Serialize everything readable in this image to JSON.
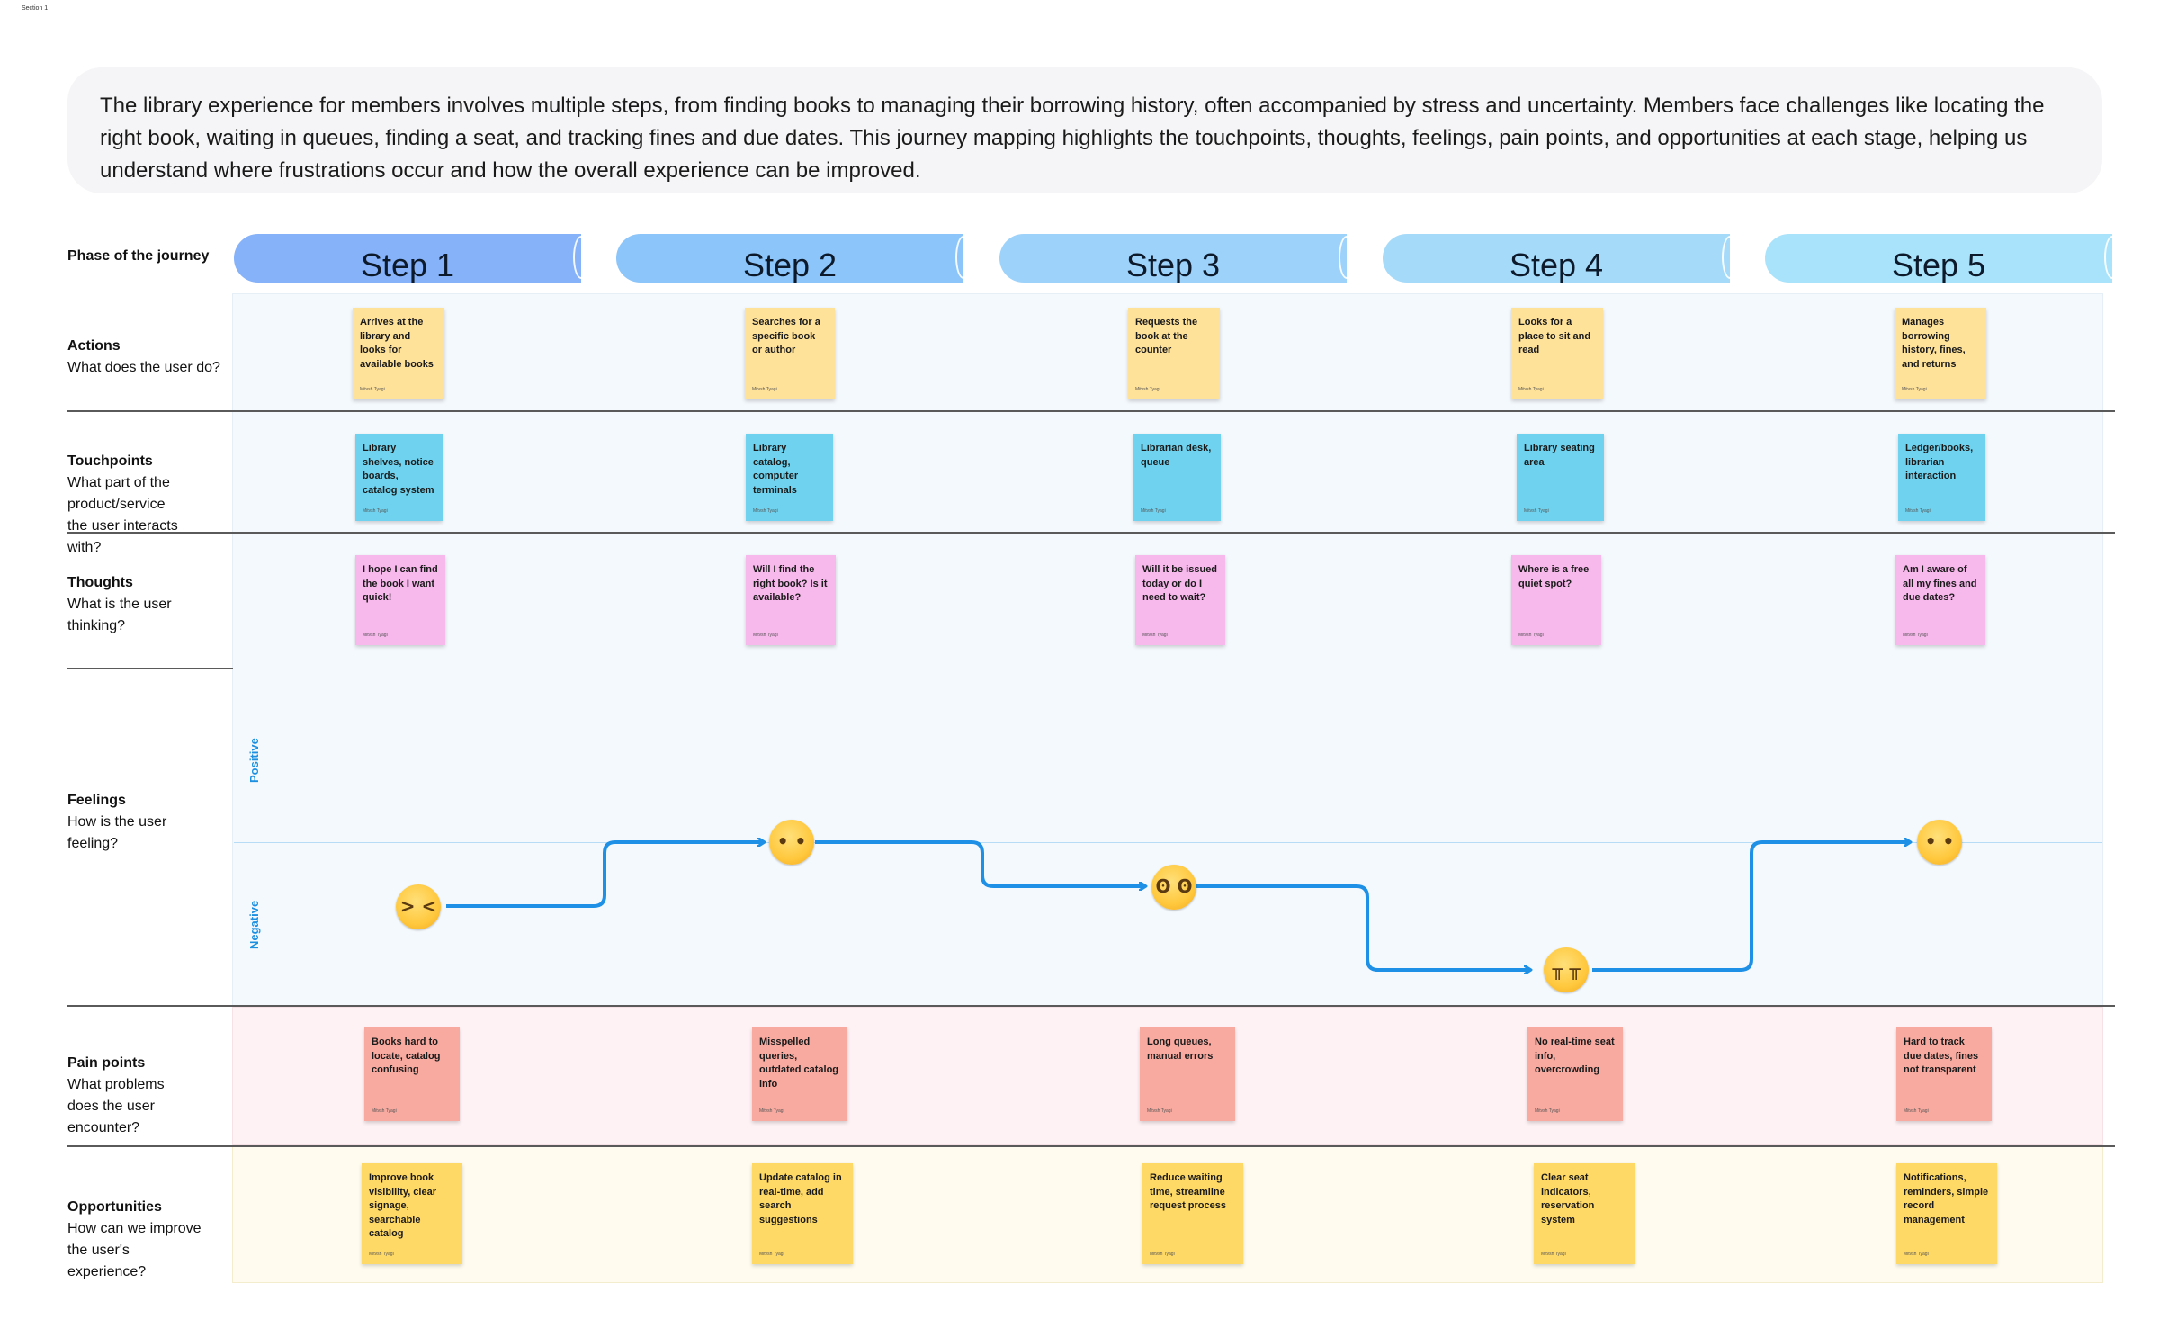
{
  "section_label": "Section 1",
  "intro": "The library experience for members involves multiple steps, from finding books to managing their borrowing history, often accompanied by stress and uncertainty. Members face challenges like locating the right book, waiting in queues, finding a seat, and tracking fines and due dates. This journey mapping highlights the touchpoints, thoughts, feelings, pain points, and opportunities at each stage, helping us understand where frustrations occur and how the overall experience can be improved.",
  "phase_label": "Phase of the journey",
  "steps": [
    "Step 1",
    "Step 2",
    "Step 3",
    "Step 4",
    "Step 5"
  ],
  "step_colors": [
    "#86b2f9",
    "#8cc5f9",
    "#9dd2fa",
    "#a6daf9",
    "#a9e3fb"
  ],
  "rows": {
    "actions": {
      "title": "Actions",
      "desc": "What does the user do?"
    },
    "touchpoints": {
      "title": "Touchpoints",
      "desc": "What part of the product/service the user interacts with?"
    },
    "thoughts": {
      "title": "Thoughts",
      "desc": "What is the user thinking?"
    },
    "feelings": {
      "title": "Feelings",
      "desc": "How is the user feeling?"
    },
    "pain_points": {
      "title": "Pain points",
      "desc": "What problems does the user encounter?"
    },
    "opportunities": {
      "title": "Opportunities",
      "desc": "How can we improve the user's experience?"
    }
  },
  "author": "Mitvsh Tyagi",
  "actions": [
    "Arrives at the library and looks for available books",
    "Searches for a specific book or author",
    "Requests the book at the counter",
    "Looks for a place to sit and read",
    "Manages borrowing history, fines, and returns"
  ],
  "touchpoints": [
    "Library shelves, notice boards, catalog system",
    "Library catalog, computer terminals",
    "Librarian desk, queue",
    "Library seating area",
    "Ledger/books, librarian interaction"
  ],
  "thoughts": [
    "I hope I can find the book I want quick!",
    "Will I find the right book? Is it available?",
    "Will it be issued today or do I need to wait?",
    "Where is a free quiet spot?",
    "Am I aware of all my fines and due dates?"
  ],
  "feelings_axis": {
    "positive": "Positive",
    "negative": "Negative"
  },
  "feelings": [
    {
      "step": "Step 1",
      "emoji": "tired-face-icon",
      "glyph": "> <"
    },
    {
      "step": "Step 2",
      "emoji": "neutral-face-icon",
      "glyph": "• •"
    },
    {
      "step": "Step 3",
      "emoji": "grimacing-face-icon",
      "glyph": "ʘ ʘ"
    },
    {
      "step": "Step 4",
      "emoji": "crying-face-icon",
      "glyph": "╥ ╥"
    },
    {
      "step": "Step 5",
      "emoji": "neutral-face-icon",
      "glyph": "• •"
    }
  ],
  "pain_points": [
    "Books hard to locate, catalog confusing",
    "Misspelled queries, outdated catalog info",
    "Long queues, manual errors",
    "No real-time seat info, overcrowding",
    "Hard to track due dates, fines not transparent"
  ],
  "opportunities": [
    "Improve book visibility, clear signage, searchable catalog",
    "Update catalog in real-time, add search suggestions",
    "Reduce waiting time, streamline request process",
    "Clear seat indicators, reservation system",
    "Notifications, reminders, simple record management"
  ],
  "colors": {
    "actions_note": "#ffe29a",
    "touchpoints_note": "#6fd3ef",
    "thoughts_note": "#f7b8ec",
    "pain_note": "#f8aaa0",
    "opportunity_note": "#ffd966",
    "feeling_line": "#1e90e6",
    "pain_band": "#fff2f5",
    "opportunity_band": "#fffcef",
    "main_band": "#f4f9fd"
  }
}
